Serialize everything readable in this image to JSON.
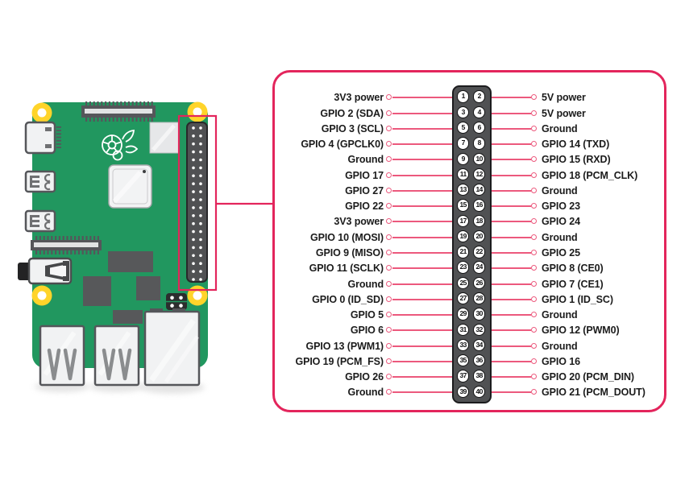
{
  "pinout": {
    "rows": [
      {
        "left": "3V3 power",
        "pins": [
          1,
          2
        ],
        "right": "5V power"
      },
      {
        "left": "GPIO 2 (SDA)",
        "pins": [
          3,
          4
        ],
        "right": "5V power"
      },
      {
        "left": "GPIO 3 (SCL)",
        "pins": [
          5,
          6
        ],
        "right": "Ground"
      },
      {
        "left": "GPIO 4 (GPCLK0)",
        "pins": [
          7,
          8
        ],
        "right": "GPIO 14 (TXD)"
      },
      {
        "left": "Ground",
        "pins": [
          9,
          10
        ],
        "right": "GPIO 15 (RXD)"
      },
      {
        "left": "GPIO 17",
        "pins": [
          11,
          12
        ],
        "right": "GPIO 18 (PCM_CLK)"
      },
      {
        "left": "GPIO 27",
        "pins": [
          13,
          14
        ],
        "right": "Ground"
      },
      {
        "left": "GPIO 22",
        "pins": [
          15,
          16
        ],
        "right": "GPIO 23"
      },
      {
        "left": "3V3 power",
        "pins": [
          17,
          18
        ],
        "right": "GPIO 24"
      },
      {
        "left": "GPIO 10 (MOSI)",
        "pins": [
          19,
          20
        ],
        "right": "Ground"
      },
      {
        "left": "GPIO 9 (MISO)",
        "pins": [
          21,
          22
        ],
        "right": "GPIO 25"
      },
      {
        "left": "GPIO 11 (SCLK)",
        "pins": [
          23,
          24
        ],
        "right": "GPIO 8 (CE0)"
      },
      {
        "left": "Ground",
        "pins": [
          25,
          26
        ],
        "right": "GPIO 7 (CE1)"
      },
      {
        "left": "GPIO 0 (ID_SD)",
        "pins": [
          27,
          28
        ],
        "right": "GPIO 1 (ID_SC)"
      },
      {
        "left": "GPIO 5",
        "pins": [
          29,
          30
        ],
        "right": "Ground"
      },
      {
        "left": "GPIO 6",
        "pins": [
          31,
          32
        ],
        "right": "GPIO 12 (PWM0)"
      },
      {
        "left": "GPIO 13 (PWM1)",
        "pins": [
          33,
          34
        ],
        "right": "Ground"
      },
      {
        "left": "GPIO 19 (PCM_FS)",
        "pins": [
          35,
          36
        ],
        "right": "GPIO 16"
      },
      {
        "left": "GPIO 26",
        "pins": [
          37,
          38
        ],
        "right": "GPIO 20 (PCM_DIN)"
      },
      {
        "left": "Ground",
        "pins": [
          39,
          40
        ],
        "right": "GPIO 21 (PCM_DOUT)"
      }
    ]
  },
  "colors": {
    "accent": "#e3255c",
    "line": "#ec597d",
    "board_green": "#21975f",
    "header_dark": "#505153",
    "chip_dark": "#57585a",
    "port_light": "#f1f2f3",
    "port_border": "#55565a",
    "hole_yellow": "#ffd42a",
    "text": "#1b1b1b"
  }
}
